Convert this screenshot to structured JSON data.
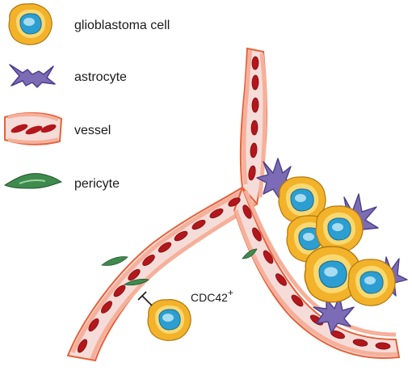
{
  "legend": {
    "items": [
      {
        "key": "glioblastoma",
        "label": "glioblastoma cell",
        "icon": "glioblastoma-cell-icon"
      },
      {
        "key": "astrocyte",
        "label": "astrocyte",
        "icon": "astrocyte-icon"
      },
      {
        "key": "vessel",
        "label": "vessel",
        "icon": "vessel-icon"
      },
      {
        "key": "pericyte",
        "label": "pericyte",
        "icon": "pericyte-icon"
      }
    ]
  },
  "callout": {
    "marker": "CDC42",
    "superscript": "+"
  },
  "colors": {
    "vessel_wall": "#f5dcd8",
    "vessel_outline": "#e8603a",
    "endothelial_fill": "#f6b09a",
    "red_blood_cell": "#b3161b",
    "red_blood_cell_dark": "#7e0d10",
    "astrocyte": "#7c6bb5",
    "astrocyte_dark": "#4e3f8a",
    "pericyte": "#3e8b4d",
    "glioblastoma_outer": "#f2b22a",
    "glioblastoma_inner": "#f9d870",
    "nucleus": "#2c9ed1",
    "nucleus_light": "#a8dcf0"
  }
}
